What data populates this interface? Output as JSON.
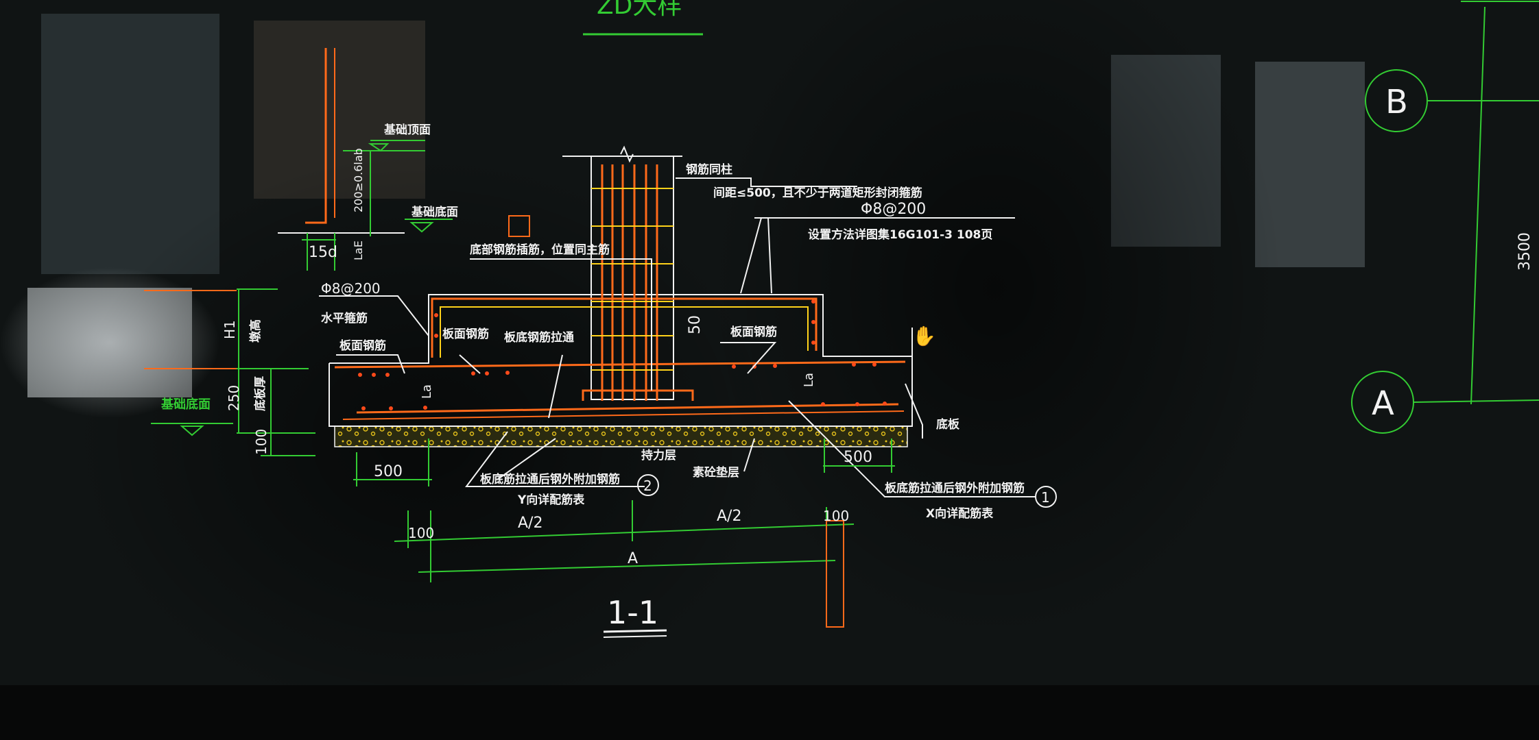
{
  "top_title": "ZD大样",
  "section_title": "1-1",
  "grid_axes": {
    "upper": "B",
    "lower": "A",
    "spacing": "3500"
  },
  "colors": {
    "background": "#0b0d0d",
    "dimension_green": "#33cc33",
    "rebar_orange": "#ff6a1a",
    "rebar_yellow": "#ffd21a",
    "text_white": "#f2f2f2"
  },
  "annotations": {
    "slab_top": "基础顶面",
    "base_bottom": "基础底面",
    "foundation_bottom": "基础底面",
    "column_rebar": "钢筋同柱",
    "spacing_note": "间距≤500，且不少于两道矩形封闭箍筋",
    "stirrup_left": "Φ8@200",
    "horizontal_stirrup": "水平箍筋",
    "top_rebar_left": "板面钢筋",
    "top_rebar_mid": "板面钢筋",
    "bottom_rebar_through": "板底钢筋拉通",
    "column_stirrup_note": "底部钢筋插筋，位置同主筋",
    "stirrup_right": "Φ8@200",
    "stirrup_right_note": "设置方法详图集16G101-3 108页",
    "top_rebar_right": "板面钢筋",
    "bearing_layer": "持力层",
    "cushion": "素砼垫层",
    "bottom_edge": "底板",
    "extra_bar_y": "板底筋拉通后钢外附加钢筋",
    "extra_bar_y_ref": "Y向详配筋表",
    "extra_bar_x": "板底筋拉通后钢外附加钢筋",
    "extra_bar_x_ref": "X向详配筋表",
    "pier_label": "墩高",
    "slab_label": "底板厚"
  },
  "markers": {
    "ref1": "1",
    "ref2": "2"
  },
  "dimensions": {
    "d_15d": "15d",
    "d_h1": "H1",
    "d_250": "250",
    "d_100": "100",
    "d_500_left": "500",
    "d_500_right": "500",
    "d_50": "50",
    "d_la": "La",
    "d_la_right": "La",
    "d_labe": "LaE",
    "d_depth": "200≥0.6lab",
    "d_100_l": "100",
    "d_100_r": "100",
    "d_a_half_left": "A/2",
    "d_a_half_right": "A/2",
    "d_a": "A"
  }
}
